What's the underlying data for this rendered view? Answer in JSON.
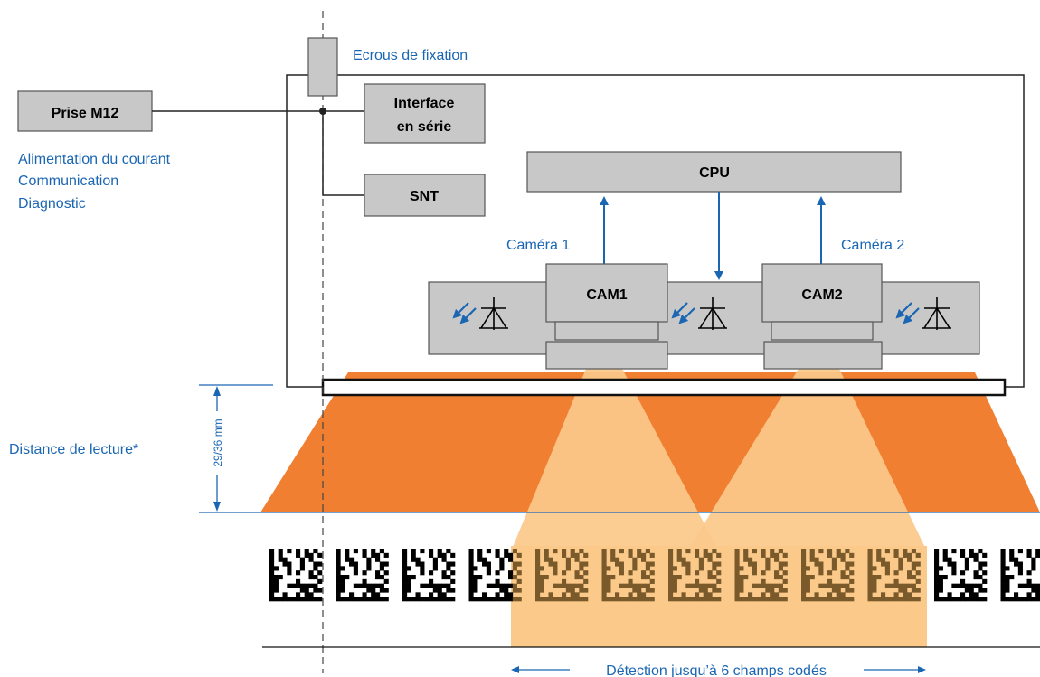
{
  "labels": {
    "fixing_nuts": "Ecrous de fixation",
    "m12_socket": "Prise M12",
    "serial_interface_line1": "Interface",
    "serial_interface_line2": "en série",
    "snt": "SNT",
    "cpu": "CPU",
    "camera1": "Caméra 1",
    "camera2": "Caméra 2",
    "cam1": "CAM1",
    "cam2": "CAM2",
    "power_supply": "Alimentation du courant",
    "communication": "Communication",
    "diagnostic": "Diagnostic",
    "reading_distance": "Distance de lecture*",
    "distance_value": "29/36 mm",
    "detection": "Détection jusqu’à 6 champs codés"
  },
  "colors": {
    "label_blue": "#1a66b3",
    "field_orange": "#f07f32",
    "camera_beam": "#fbc98a",
    "box_gray": "#c8c8c8"
  },
  "codes": {
    "total": 12,
    "highlighted": 6
  }
}
